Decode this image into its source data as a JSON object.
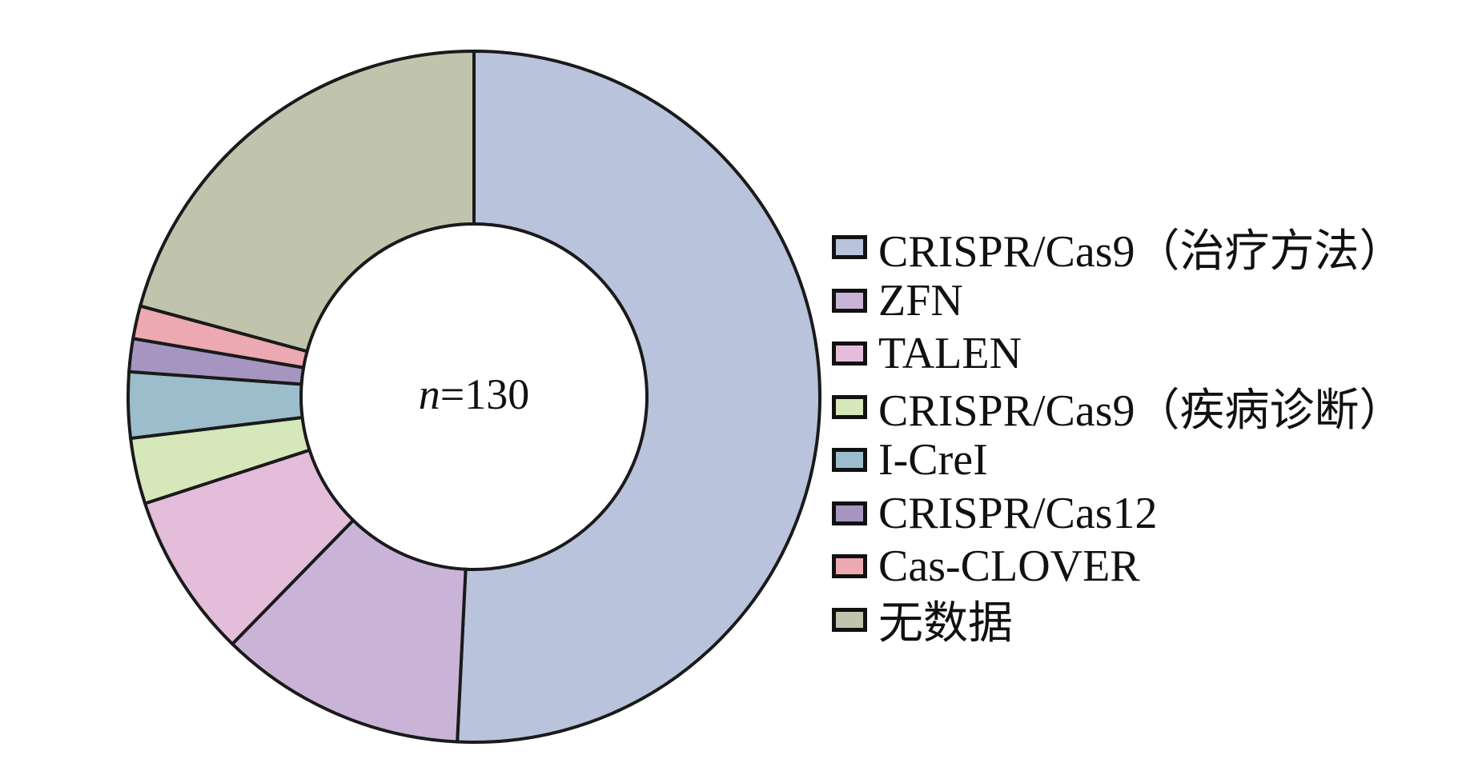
{
  "chart_data": {
    "type": "pie",
    "variant": "donut",
    "title": "",
    "center_label": {
      "italic": "n",
      "text": "=130"
    },
    "total": 130,
    "start": "top",
    "direction": "clockwise",
    "legend_position": "right",
    "slices": [
      {
        "label": "CRISPR/Cas9（治疗方法）",
        "value": 66,
        "color": "#b9c3db"
      },
      {
        "label": "ZFN",
        "value": 15,
        "color": "#c9b4d7"
      },
      {
        "label": "TALEN",
        "value": 10,
        "color": "#e4bddb"
      },
      {
        "label": "CRISPR/Cas9（疾病诊断）",
        "value": 4,
        "color": "#d6e7b9"
      },
      {
        "label": "I-CreI",
        "value": 4,
        "color": "#9cbdcc"
      },
      {
        "label": "CRISPR/Cas12",
        "value": 2,
        "color": "#a795c1"
      },
      {
        "label": "Cas-CLOVER",
        "value": 2,
        "color": "#eca9b1"
      },
      {
        "label": "无数据",
        "value": 27,
        "color": "#c0c4ac"
      }
    ]
  }
}
